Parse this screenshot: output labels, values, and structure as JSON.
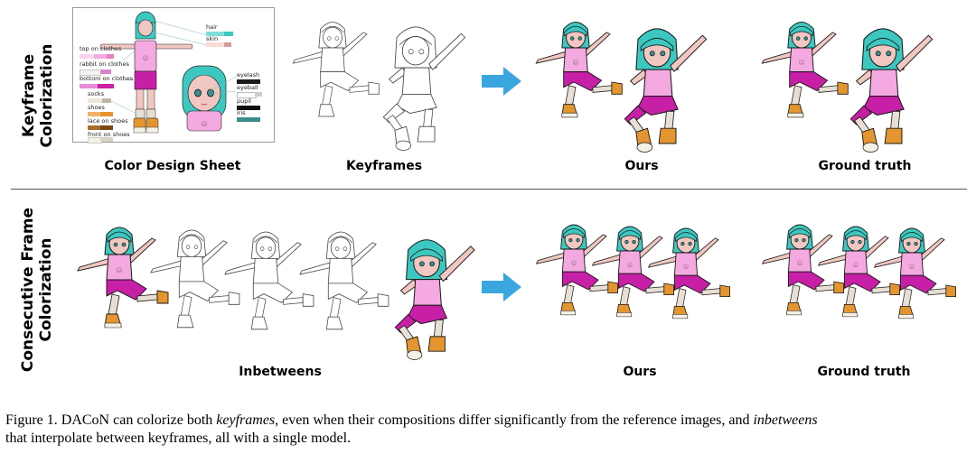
{
  "rows": {
    "top": {
      "label_line1": "Keyframe",
      "label_line2": "Colorization"
    },
    "bottom": {
      "label_line1": "Consecutive Frame",
      "label_line2": "Colorization"
    }
  },
  "columns_top": {
    "sheet": "Color Design Sheet",
    "keyframes": "Keyframes",
    "ours": "Ours",
    "ground_truth": "Ground truth"
  },
  "columns_bottom": {
    "inbetweens": "Inbetweens",
    "ours": "Ours",
    "ground_truth": "Ground truth"
  },
  "design_sheet": {
    "left_labels": [
      "top on clothes",
      "rabbit on clothes",
      "bottom on clothes",
      "socks",
      "shoes",
      "lace on shoes",
      "front on shoes"
    ],
    "right_labels": [
      "hair",
      "skin",
      "eyelash",
      "eyeball",
      "pupil",
      "iris"
    ],
    "colors": {
      "hair": "#3cc8c0",
      "skin": "#f2c7c1",
      "top": "#f4a9e0",
      "rabbit": "#ffffff",
      "bottom": "#c71fa6",
      "socks": "#e7dfd3",
      "shoes": "#e4952f",
      "lace": "#7a4a16",
      "front": "#f5f0e6",
      "eyelash": "#1b1b1b",
      "eyeball": "#ffffff",
      "pupil": "#0d0d0d",
      "iris": "#3a8d8c",
      "arrow": "#3aa6e0"
    }
  },
  "caption": {
    "prefix": "Figure 1. DACoN can colorize both ",
    "em1": "keyframes",
    "middle": ", even when their compositions differ significantly from the reference images, and ",
    "em2": "inbetweens",
    "line2": "that interpolate between keyframes, all with a single model."
  }
}
